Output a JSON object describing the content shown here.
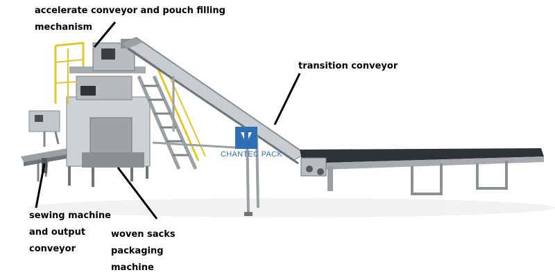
{
  "labels": {
    "accelerate": [
      "accelerate conveyor and pouch filling",
      "mechanism"
    ],
    "transition": [
      "transition conveyor"
    ],
    "sewing": [
      "sewing machine",
      "and output",
      "conveyor"
    ],
    "woven": [
      "woven sacks",
      "packaging",
      "machine"
    ]
  },
  "brand": {
    "text": "CHANTEC PACK",
    "color": "#2f6fb5"
  },
  "colors": {
    "steel": "#b9bdc0",
    "steel_dark": "#6f7478",
    "rail_yellow": "#e3c62a",
    "belt": "#2e3236",
    "label_text": "#000000"
  }
}
